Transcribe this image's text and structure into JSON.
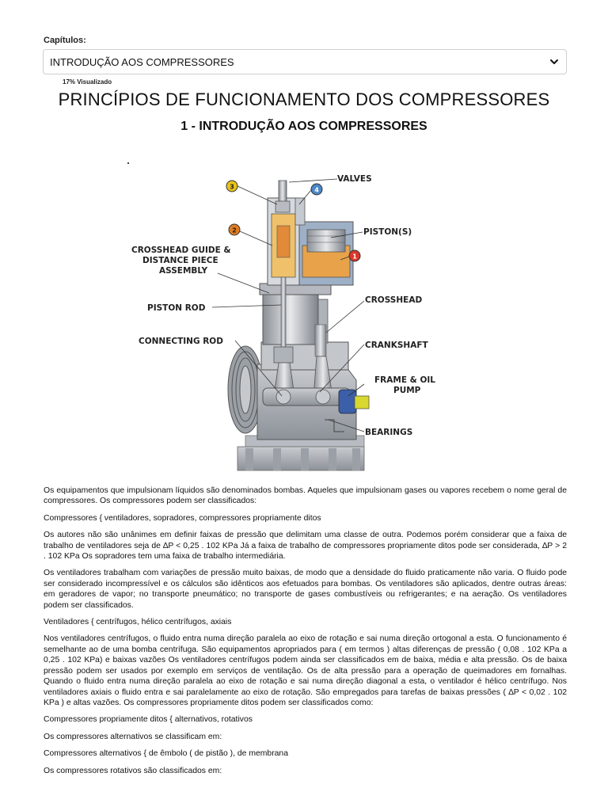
{
  "header": {
    "chapter_label": "Capítulos:",
    "chapter_selected": "INTRODUÇÃO AOS COMPRESSORES",
    "progress": "17% Visualizado"
  },
  "titles": {
    "main": "PRINCÍPIOS DE FUNCIONAMENTO DOS COMPRESSORES",
    "sub": "1 - INTRODUÇÃO AOS COMPRESSORES"
  },
  "figure": {
    "labels": {
      "valves": "VALVES",
      "pistons": "PISTON(S)",
      "crosshead_guide_1": "CROSSHEAD GUIDE &",
      "crosshead_guide_2": "DISTANCE PIECE",
      "crosshead_guide_3": "ASSEMBLY",
      "piston_rod": "PISTON ROD",
      "crosshead": "CROSSHEAD",
      "connecting_rod": "CONNECTING ROD",
      "crankshaft": "CRANKSHAFT",
      "frame_1": "FRAME & OIL",
      "frame_2": "PUMP",
      "bearings": "BEARINGS"
    },
    "markers": [
      "1",
      "2",
      "3",
      "4"
    ],
    "colors": {
      "marker_1": "#d9382b",
      "marker_2": "#e07b22",
      "marker_3": "#e8c21a",
      "marker_4": "#4a86c5",
      "cylinder_orange": "#e8a24a",
      "piston_red": "#e06a3a",
      "pump_blue": "#3b5fa8",
      "pump_yellow": "#d8d830"
    }
  },
  "body": {
    "p1": "Os equipamentos que impulsionam líquidos são denominados bombas. Aqueles que impulsionam gases ou vapores recebem o nome geral de compressores. Os compressores podem ser classificados:",
    "p2": "Compressores { ventiladores, sopradores, compressores propriamente ditos",
    "p3": "Os autores não são unânimes em definir faixas de pressão que delimitam uma classe de outra. Podemos porém considerar que a faixa de trabalho de ventiladores seja de ∆P < 0,25 . 102 KPa Já a faixa de trabalho de compressores propriamente ditos pode ser considerada, ∆P > 2 . 102 KPa Os sopradores tem uma faixa de trabalho intermediária.",
    "p4": "Os ventiladores trabalham com variações de pressão muito baixas, de modo que a densidade do fluido praticamente não varia. O fluido pode ser considerado incompressível e os cálculos são idênticos aos efetuados para bombas. Os ventiladores são aplicados, dentre outras áreas: em geradores de vapor; no transporte pneumático; no transporte de gases combustíveis ou refrigerantes; e na aeração. Os ventiladores podem ser classificados.",
    "p5": "Ventiladores { centrífugos, hélico centrífugos, axiais",
    "p6": "Nos ventiladores centrífugos, o fluido entra numa direção paralela ao eixo de rotação e sai numa direção ortogonal a esta. O funcionamento é semelhante ao de uma bomba centrífuga. São equipamentos apropriados para ( em termos ) altas diferenças de pressão ( 0,08 . 102 KPa a 0,25 . 102 KPa) e baixas vazões Os ventiladores centrífugos podem ainda ser classificados em de baixa, média e alta pressão. Os de baixa pressão podem ser usados por exemplo em serviços de ventilação. Os de alta pressão para a operação de queimadores em fornalhas. Quando o fluido entra numa direção paralela ao eixo de rotação e sai numa direção diagonal a esta, o ventilador é hélico centrífugo. Nos ventiladores axiais o fluido entra e sai paralelamente ao eixo de rotação. São empregados para tarefas de baixas pressões ( ∆P < 0,02 . 102 KPa ) e altas vazões. Os compressores propriamente ditos podem ser classificados como:",
    "p7": "Compressores propriamente ditos { alternativos, rotativos",
    "p8": "Os compressores alternativos se classificam em:",
    "p9": "Compressores alternativos { de êmbolo ( de pistão ), de membrana",
    "p10": "Os compressores rotativos são classificados em:"
  }
}
